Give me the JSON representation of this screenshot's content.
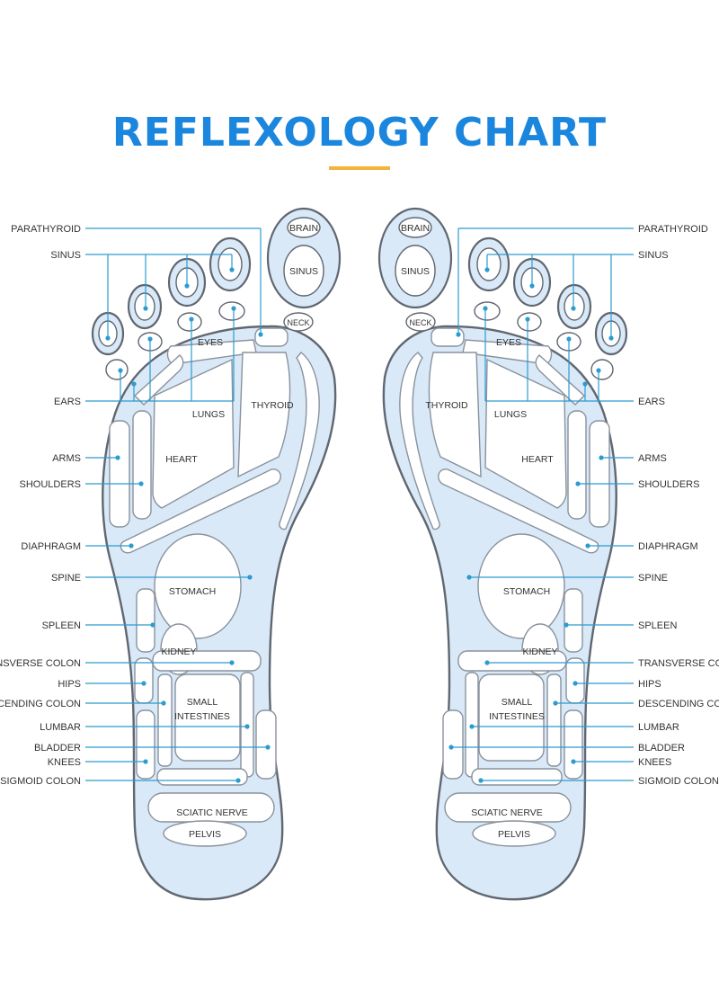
{
  "header": {
    "title": "REFLEXOLOGY CHART",
    "accent_color": "#1a86dd",
    "underline_color": "#f1b53c"
  },
  "side_labels": [
    {
      "key": "parathyroid",
      "text": "PARATHYROID"
    },
    {
      "key": "sinus",
      "text": "SINUS"
    },
    {
      "key": "ears",
      "text": "EARS"
    },
    {
      "key": "arms",
      "text": "ARMS"
    },
    {
      "key": "shoulders",
      "text": "SHOULDERS"
    },
    {
      "key": "diaphragm",
      "text": "DIAPHRAGM"
    },
    {
      "key": "spine",
      "text": "SPINE"
    },
    {
      "key": "spleen",
      "text": "SPLEEN"
    },
    {
      "key": "transverse_colon",
      "text": "TRANSVERSE COLON"
    },
    {
      "key": "hips",
      "text": "HIPS"
    },
    {
      "key": "descending_colon",
      "text": "DESCENDING COLON"
    },
    {
      "key": "lumbar",
      "text": "LUMBAR"
    },
    {
      "key": "bladder",
      "text": "BLADDER"
    },
    {
      "key": "knees",
      "text": "KNEES"
    },
    {
      "key": "sigmoid_colon",
      "text": "SIGMOID COLON"
    }
  ],
  "zone_labels": {
    "brain": "BRAIN",
    "sinus": "SINUS",
    "neck": "NECK",
    "eyes": "EYES",
    "lungs": "LUNGS",
    "thyroid": "THYROID",
    "heart": "HEART",
    "stomach": "STOMACH",
    "kidney": "KIDNEY",
    "small_intestines_1": "SMALL",
    "small_intestines_2": "INTESTINES",
    "sciatic_nerve": "SCIATIC NERVE",
    "pelvis": "PELVIS"
  },
  "colors": {
    "foot_fill": "#d9e9f8",
    "outline": "#606770",
    "leader": "#2c9bd0"
  }
}
